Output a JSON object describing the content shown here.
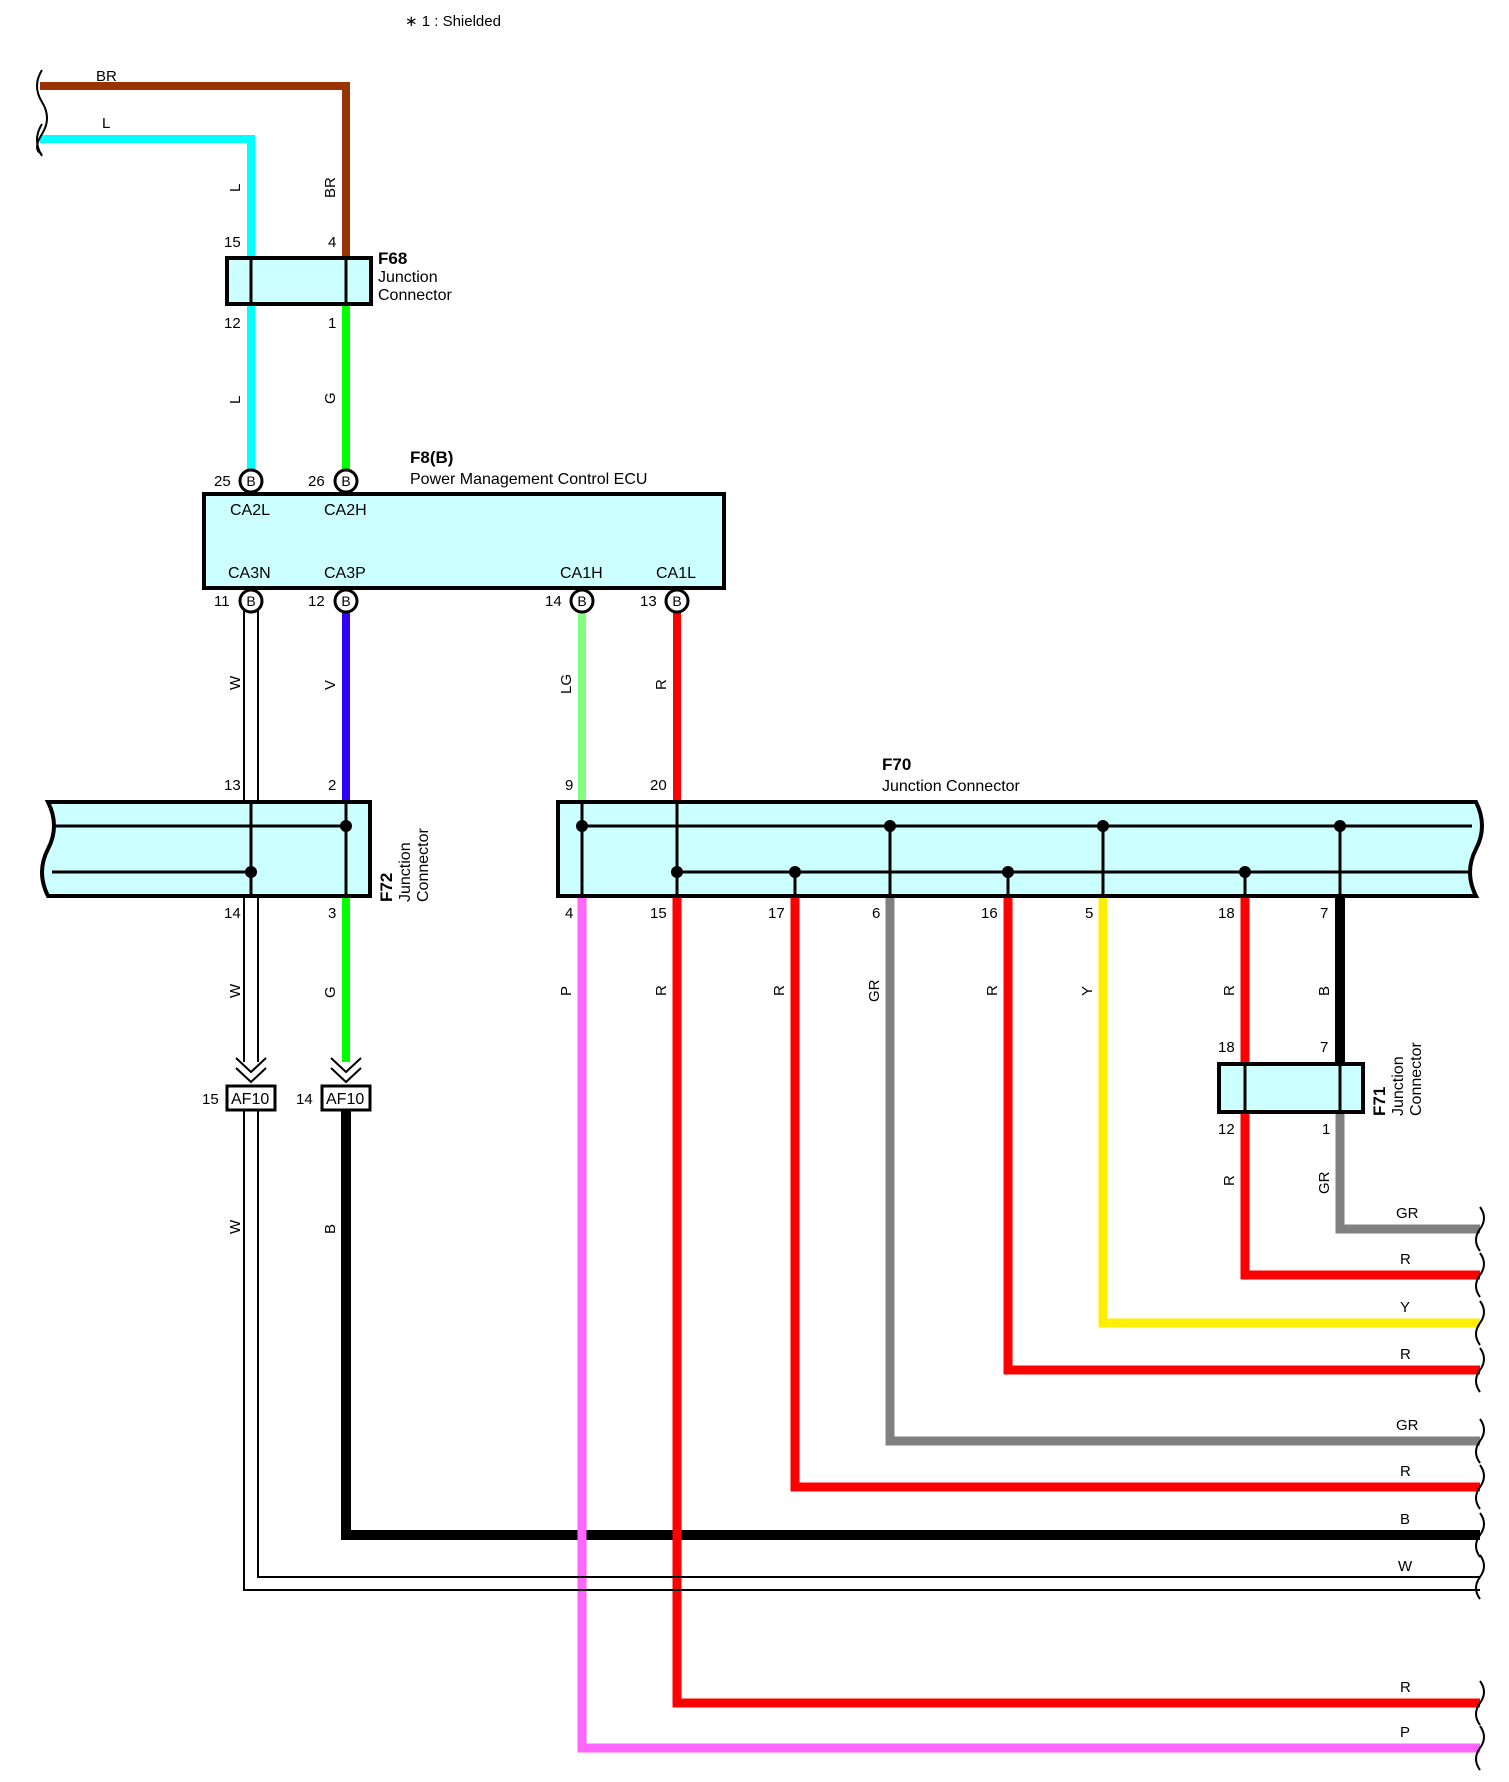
{
  "note": "∗ 1 : Shielded",
  "colors": {
    "BR": "#993300",
    "L": "#00ffff",
    "G": "#00ff00",
    "W": "#ffffff",
    "V": "#3300ff",
    "LG": "#80ff80",
    "R": "#ff0000",
    "P": "#ff66ff",
    "GR": "#808080",
    "Y": "#ffee00",
    "B": "#000000",
    "box": "#ccffff"
  },
  "wire_labels": {
    "br": "BR",
    "l": "L",
    "g": "G",
    "w": "W",
    "v": "V",
    "lg": "LG",
    "r": "R",
    "p": "P",
    "gr": "GR",
    "y": "Y",
    "b": "B"
  },
  "f68": {
    "id": "F68",
    "name1": "Junction",
    "name2": "Connector",
    "pins": {
      "p15": "15",
      "p4": "4",
      "p12": "12",
      "p1": "1"
    }
  },
  "f8": {
    "id": "F8(B)",
    "name": "Power Management Control ECU",
    "terminals": {
      "ca2l": "CA2L",
      "ca2h": "CA2H",
      "ca3n": "CA3N",
      "ca3p": "CA3P",
      "ca1h": "CA1H",
      "ca1l": "CA1L"
    },
    "pins": {
      "p25": "25",
      "p26": "26",
      "p11": "11",
      "p12": "12",
      "p14": "14",
      "p13": "13"
    },
    "pin_badge": "B"
  },
  "f72": {
    "id": "F72",
    "name1": "Junction",
    "name2": "Connector",
    "pins": {
      "p13": "13",
      "p2": "2",
      "p14": "14",
      "p3": "3"
    }
  },
  "f70": {
    "id": "F70",
    "name": "Junction Connector",
    "pins": {
      "p9": "9",
      "p20": "20",
      "p4": "4",
      "p15": "15",
      "p17": "17",
      "p6": "6",
      "p16": "16",
      "p5": "5",
      "p18": "18",
      "p7": "7"
    }
  },
  "f71": {
    "id": "F71",
    "name1": "Junction",
    "name2": "Connector",
    "pins": {
      "p18": "18",
      "p7": "7",
      "p12": "12",
      "p1": "1"
    }
  },
  "af10": {
    "id": "AF10",
    "pins": {
      "p15": "15",
      "p14": "14"
    }
  }
}
